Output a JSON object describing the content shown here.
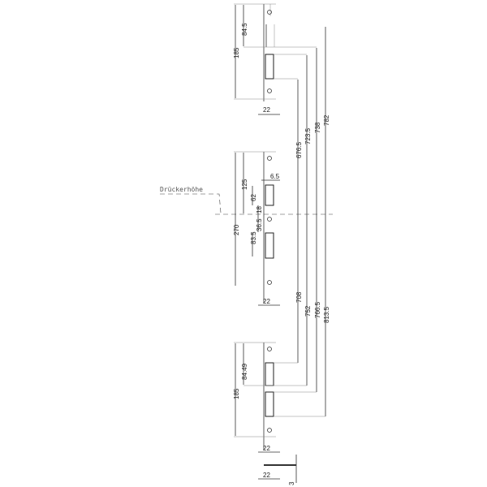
{
  "drawing": {
    "handle_height_label": "Drückerhöhe",
    "top_plate": {
      "height": "185",
      "offset": "84.5",
      "width": "22"
    },
    "middle_plate": {
      "height": "270",
      "upper_offset": "125",
      "latch_offset": "62",
      "latch_width": "6.5",
      "gap_small": "18",
      "lower_gap": "36.5",
      "lower_offset": "83.5",
      "width": "22"
    },
    "bottom_plate": {
      "height": "185",
      "offset": "84.49",
      "width": "22"
    },
    "section": {
      "width": "22",
      "thickness": "3"
    },
    "overall": {
      "up": [
        "676.5",
        "723.5",
        "738",
        "782"
      ],
      "down": [
        "708",
        "752",
        "766.5",
        "813.5"
      ]
    }
  }
}
